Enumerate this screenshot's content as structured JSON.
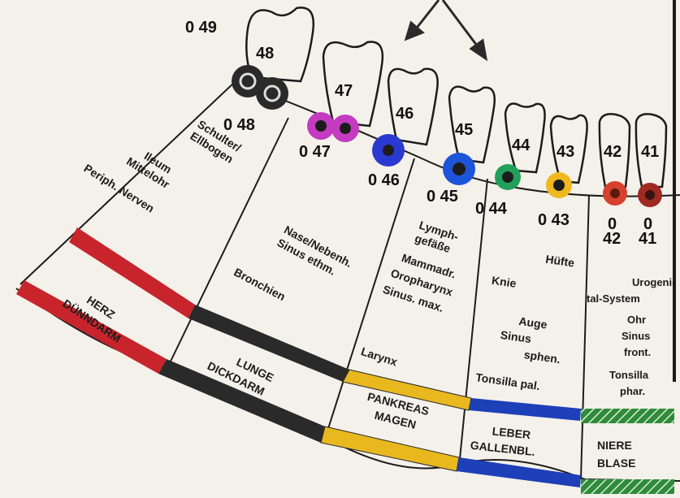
{
  "colors": {
    "paper": "#f4f1ea",
    "ink": "#1c1c1c",
    "red": "#c8242c",
    "black": "#2a2a2a",
    "yellow": "#e8b81e",
    "blue": "#1d3fb8",
    "green": "#2f8a3a"
  },
  "teeth": [
    "48",
    "47",
    "46",
    "45",
    "44",
    "43",
    "42",
    "41"
  ],
  "points": [
    "0 49",
    "0 48",
    "0 47",
    "0 46",
    "0 45",
    "0 44",
    "0 43",
    "0",
    "42",
    "0",
    "41"
  ],
  "organs": {
    "s1_1": "Schulter/",
    "s1_2": "Ellbogen",
    "s1_3": "Ileum",
    "s1_4": "Mittelohr",
    "s1_5": "Periph. Nerven",
    "s2_1": "Nase/Nebenh.",
    "s2_2": "Sinus ethm.",
    "s2_3": "Bronchien",
    "s3_1": "Lymph-",
    "s3_2": "gefäße",
    "s3_3": "Mammadr.",
    "s3_4": "Oropharynx",
    "s3_5": "Sinus. max.",
    "s3_6": "Larynx",
    "s4_1": "Knie",
    "s4_2": "Hüfte",
    "s4_3": "Auge",
    "s4_4": "Sinus",
    "s4_5": "sphen.",
    "s4_6": "Tonsilla pal.",
    "s5_1": "Urogeni-",
    "s5_2": "tal-System",
    "s5_3": "Ohr",
    "s5_4": "Sinus",
    "s5_5": "front.",
    "s5_6": "Tonsilla",
    "s5_7": "phar."
  },
  "meridians": {
    "m1_1": "HERZ",
    "m1_2": "DÜNNDARM",
    "m2_1": "LUNGE",
    "m2_2": "DICKDARM",
    "m3_1": "PANKREAS",
    "m3_2": "MAGEN",
    "m4_1": "LEBER",
    "m4_2": "GALLENBL.",
    "m5_1": "NIERE",
    "m5_2": "BLASE"
  }
}
